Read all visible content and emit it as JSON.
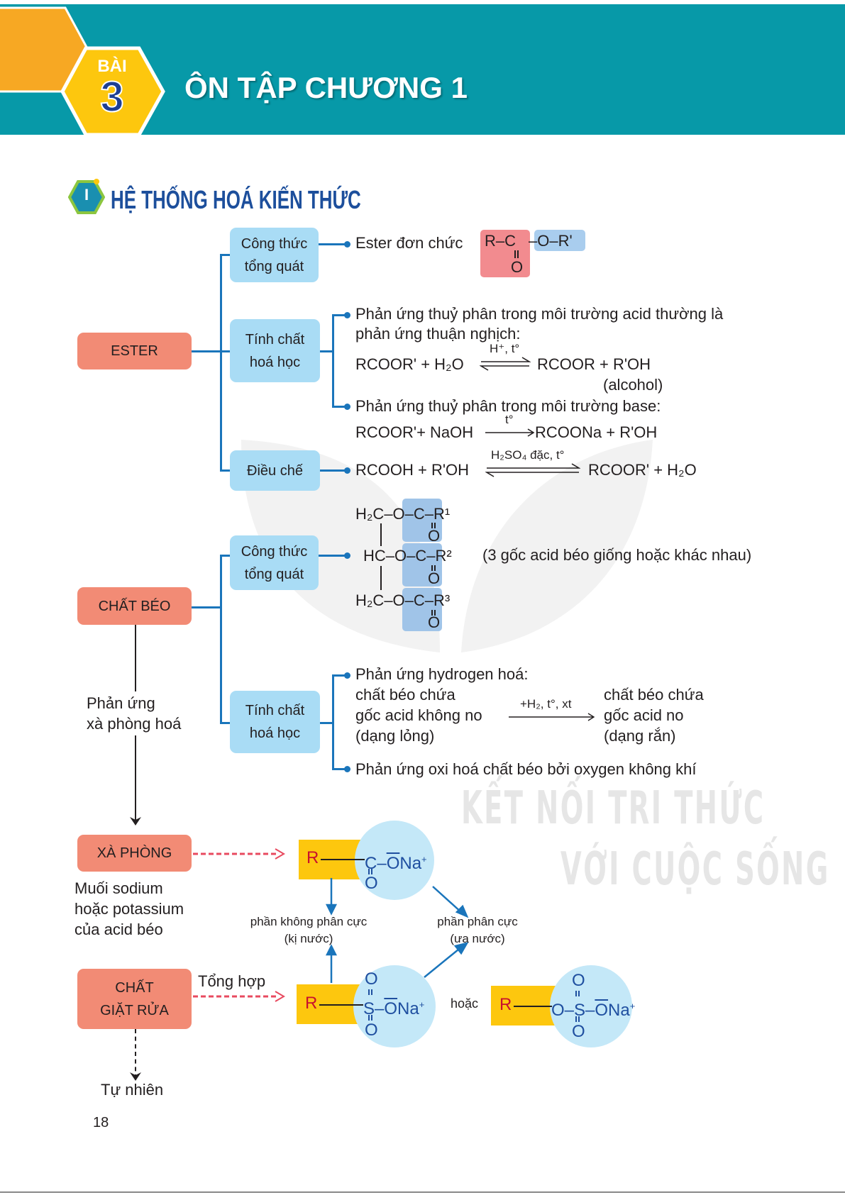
{
  "header": {
    "lesson_label": "BÀI",
    "lesson_number": "3",
    "title": "ÔN TẬP CHƯƠNG 1"
  },
  "section": {
    "numeral": "I",
    "title": "HỆ THỐNG HOÁ KIẾN THỨC"
  },
  "watermark": {
    "line_1": "KẾT NỐI TRI THỨC",
    "line_2": "VỚI CUỘC SỐNG"
  },
  "ester": {
    "label": "ESTER",
    "formula_box": {
      "line_1": "Công thức",
      "line_2": "tổng quát"
    },
    "formula_text": "Ester đơn chức",
    "formula": {
      "acyl": "R–C",
      "carbonyl_o": "O",
      "double_bond": "||",
      "alkoxy": "–O–R'"
    },
    "chem_box": {
      "line_1": "Tính chất",
      "line_2": "hoá học"
    },
    "acid_hydrolysis": {
      "line_1": "Phản ứng thuỷ phân trong môi trường acid thường là",
      "line_2": "phản ứng thuận nghịch:",
      "lhs": "RCOOR' + H₂O",
      "condition": "H⁺, t°",
      "rhs": "RCOOR + R'OH",
      "note": "(alcohol)"
    },
    "base_hydrolysis": {
      "line_1": "Phản ứng thuỷ phân trong môi trường base:",
      "lhs": "RCOOR'+ NaOH",
      "condition": "t°",
      "rhs": "RCOONa + R'OH"
    },
    "prep_box": {
      "line_1": "Điều chế"
    },
    "preparation": {
      "lhs": "RCOOH + R'OH",
      "condition": "H₂SO₄ đặc, t°",
      "rhs": "RCOOR' + H₂O"
    }
  },
  "fat": {
    "label": "CHẤT BÉO",
    "formula_box": {
      "line_1": "Công thức",
      "line_2": "tổng quát"
    },
    "formula": {
      "row_1": "H₂C–O–C–R¹",
      "row_2": "HC–O–C–R²",
      "row_3": "H₂C–O–C–R³",
      "carbonyl_o": "O",
      "note": "(3 gốc acid béo giống hoặc khác nhau)"
    },
    "chem_box": {
      "line_1": "Tính chất",
      "line_2": "hoá học"
    },
    "hydrogenation": {
      "title": "Phản ứng hydrogen hoá:",
      "lhs_1": "chất béo chứa",
      "lhs_2": "gốc acid không no",
      "lhs_3": "(dạng lỏng)",
      "condition": "+H₂, t°, xt",
      "rhs_1": "chất béo chứa",
      "rhs_2": "gốc acid no",
      "rhs_3": "(dạng rắn)"
    },
    "oxidation": "Phản ứng oxi hoá chất béo bởi oxygen không khí",
    "saponification_1": "Phản ứng",
    "saponification_2": "xà phòng hoá"
  },
  "soap": {
    "label": "XÀ PHÒNG",
    "desc_1": "Muối sodium",
    "desc_2": "hoặc potassium",
    "desc_3": "của acid béo",
    "r": "R",
    "head": "C–",
    "o": "O",
    "na": "Na",
    "plus": "+"
  },
  "parts": {
    "nonpolar_1": "phần không phân cực",
    "nonpolar_2": "(kị nước)",
    "polar_1": "phần phân cực",
    "polar_2": "(ưa nước)"
  },
  "detergent": {
    "label_1": "CHẤT",
    "label_2": "GIẶT RỬA",
    "synthetic": "Tổng hợp",
    "natural": "Tự nhiên",
    "r": "R",
    "s_head": "S–",
    "o_s_head": "O–S–",
    "o": "O",
    "na": "Na",
    "plus": "+",
    "or": "hoặc"
  },
  "page_number": "18"
}
